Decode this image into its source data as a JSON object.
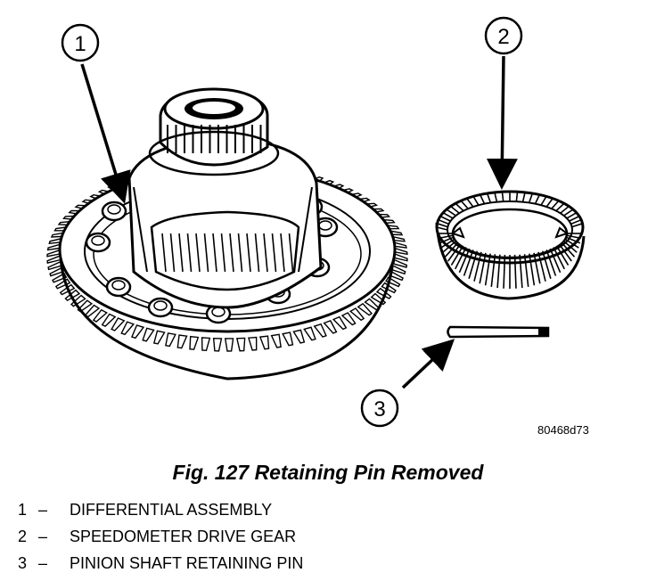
{
  "callouts": [
    {
      "number": "1",
      "label": "DIFFERENTIAL ASSEMBLY"
    },
    {
      "number": "2",
      "label": "SPEEDOMETER DRIVE GEAR"
    },
    {
      "number": "3",
      "label": "PINION SHAFT RETAINING PIN"
    }
  ],
  "legend_separator": "–",
  "figure_caption": "Fig. 127 Retaining Pin Removed",
  "image_code": "80468d73"
}
